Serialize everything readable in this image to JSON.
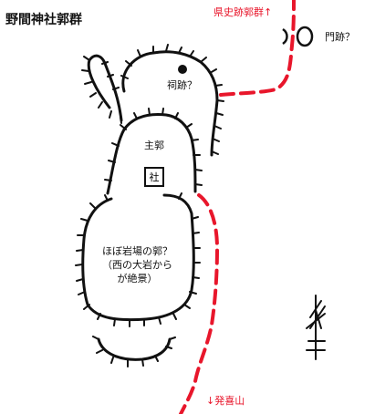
{
  "map": {
    "title": "野間神社郭群",
    "labels": {
      "prefectural_ruins": "県史跡郭群↑",
      "gate_ruin": "門跡？",
      "shrine_ruin": "祠跡？",
      "main_enclosure": "主郭",
      "shrine_symbol": "社",
      "viewpoint_line1": "ほぼ岩場の郭？",
      "viewpoint_line2": "（西の大岩から",
      "viewpoint_line3": "が絶景）",
      "to_hakki": "↓発喜山"
    },
    "colors": {
      "ink": "#111111",
      "trail": "#e8162b",
      "background": "#ffffff"
    },
    "north_arrow": "north-arrow-icon"
  }
}
